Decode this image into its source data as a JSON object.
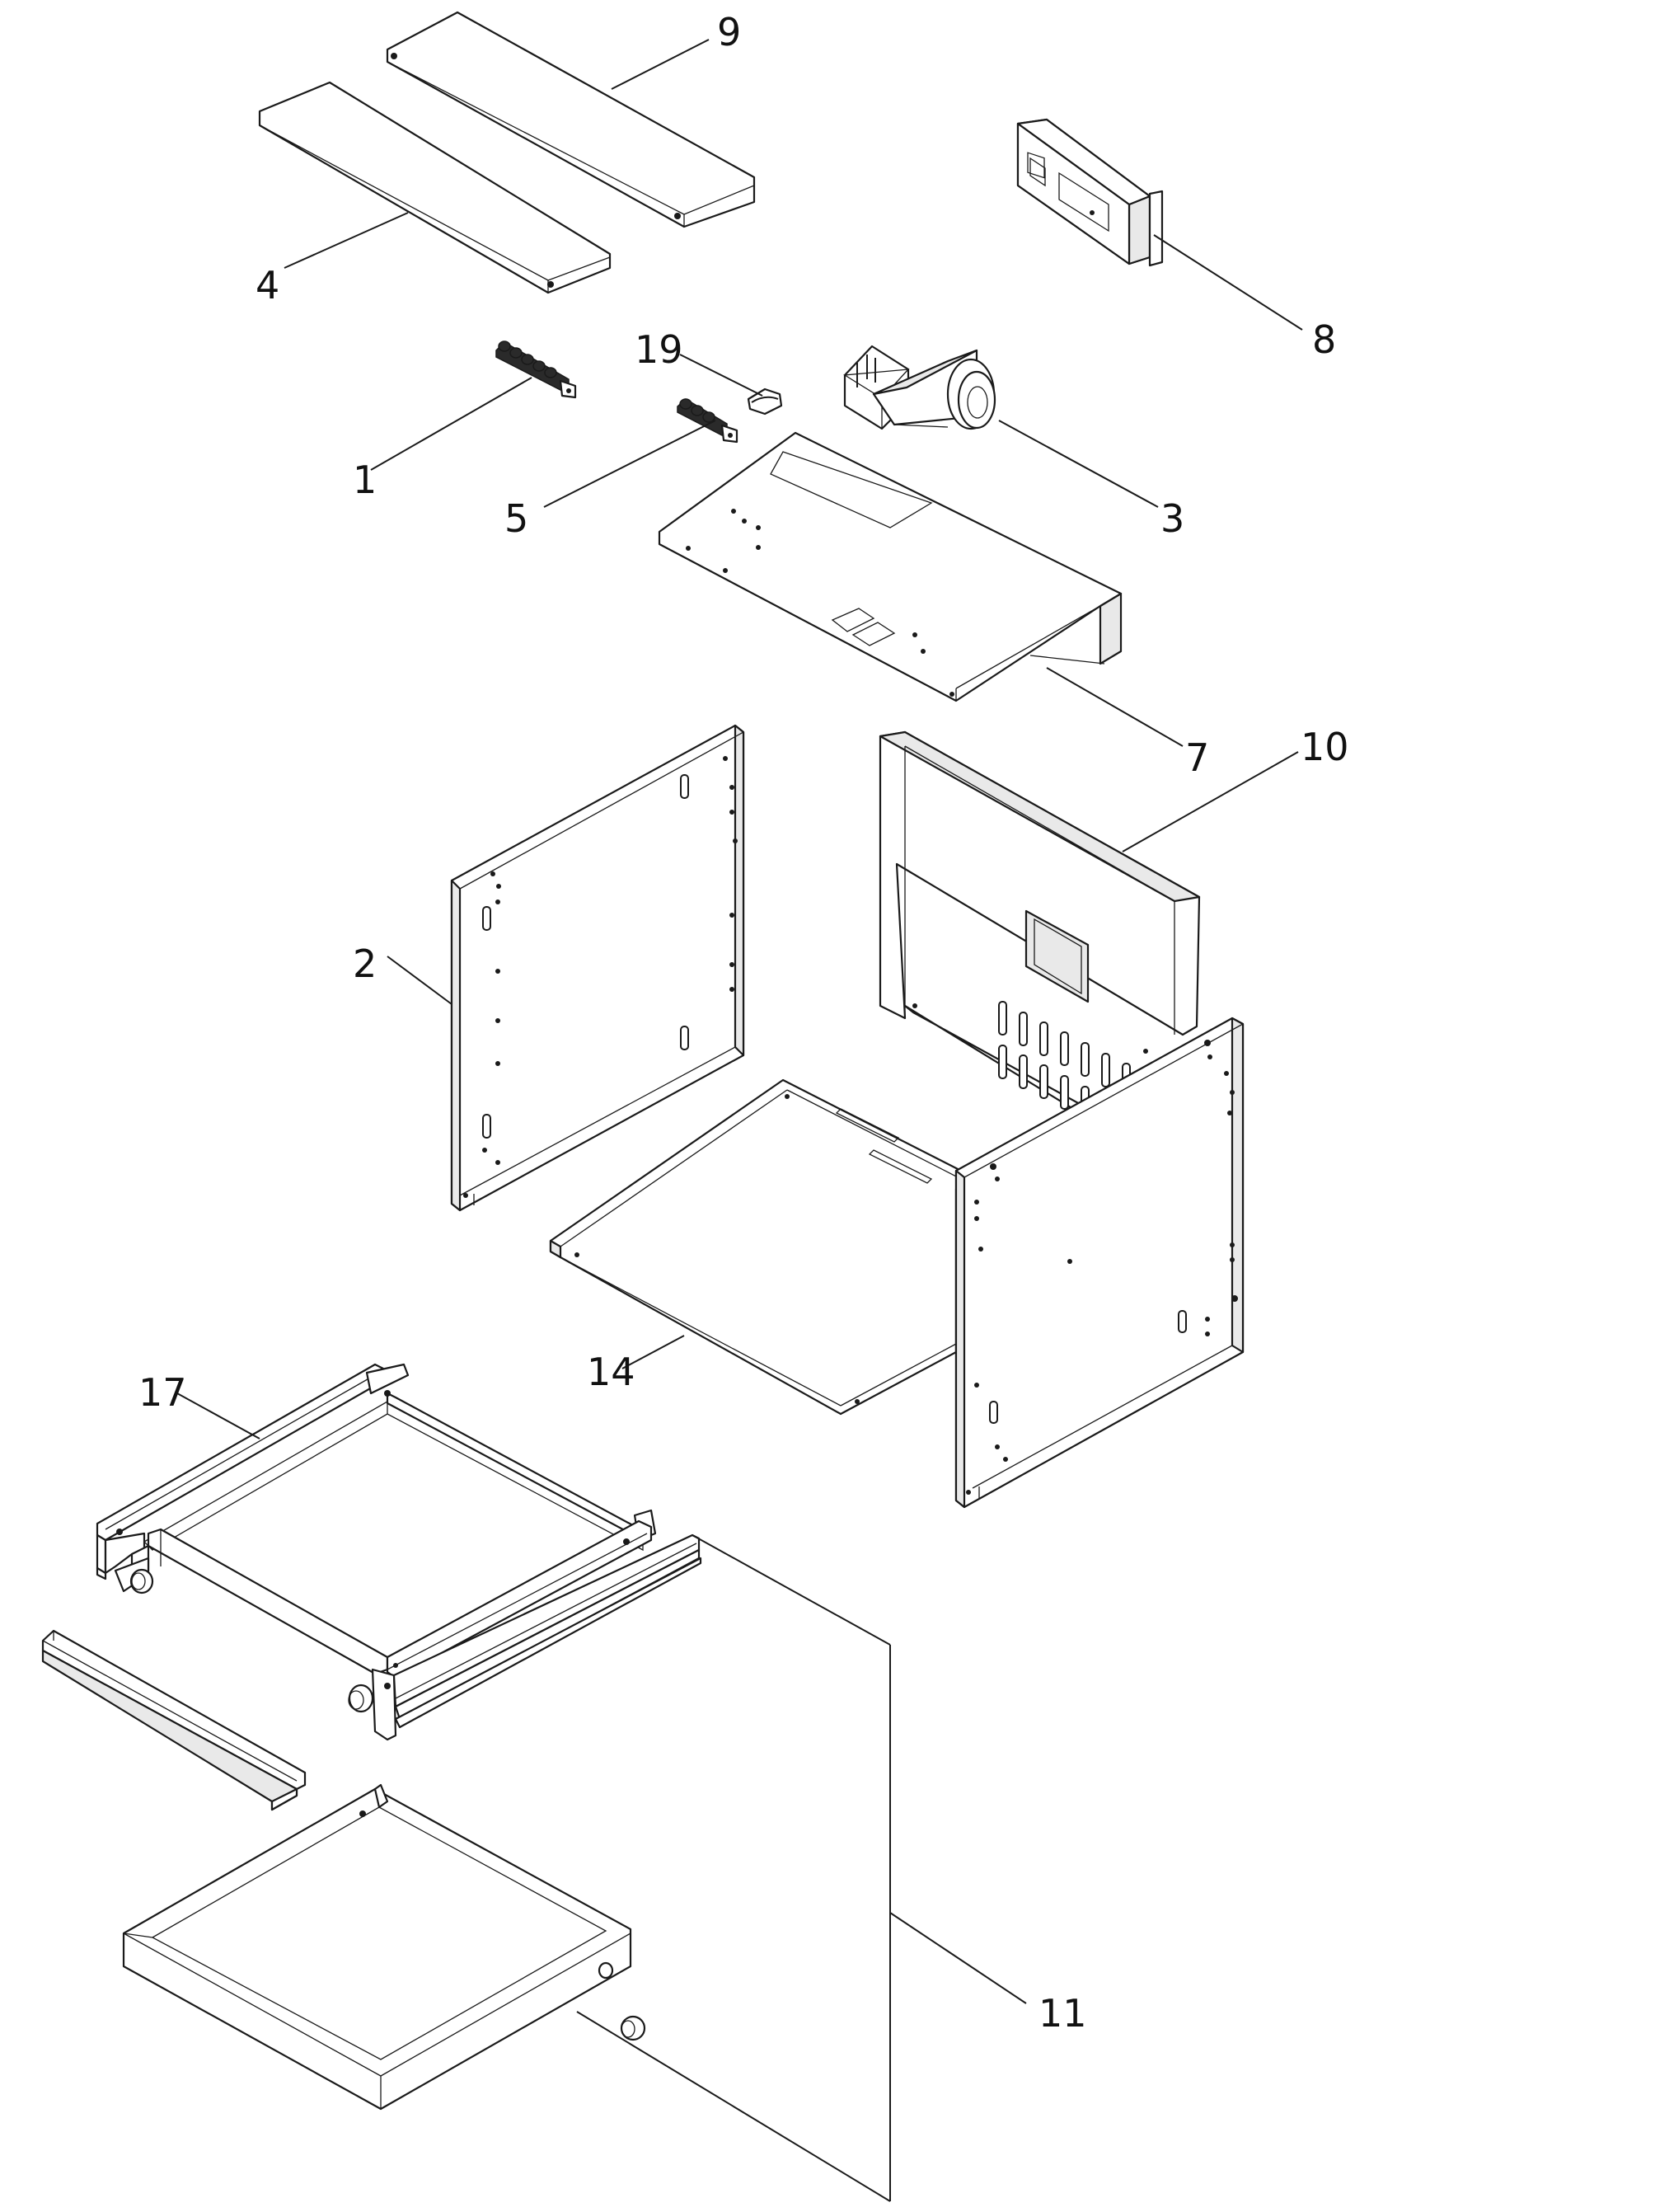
{
  "labels": [
    {
      "id": "1",
      "text": "1"
    },
    {
      "id": "2",
      "text": "2"
    },
    {
      "id": "3",
      "text": "3"
    },
    {
      "id": "4",
      "text": "4"
    },
    {
      "id": "5",
      "text": "5"
    },
    {
      "id": "7",
      "text": "7"
    },
    {
      "id": "8",
      "text": "8"
    },
    {
      "id": "9",
      "text": "9"
    },
    {
      "id": "10",
      "text": "10"
    },
    {
      "id": "11",
      "text": "11"
    },
    {
      "id": "14",
      "text": "14"
    },
    {
      "id": "17",
      "text": "17"
    },
    {
      "id": "19",
      "text": "19"
    }
  ]
}
